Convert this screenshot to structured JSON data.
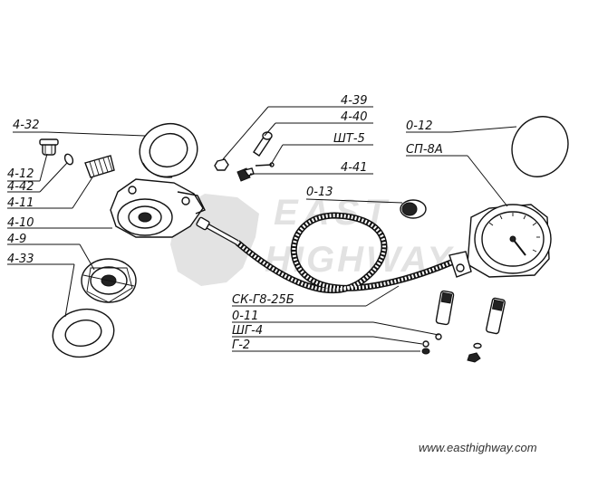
{
  "callouts": {
    "l_4_32": "4-32",
    "l_4_12": "4-12",
    "l_4_42": "4-42",
    "l_4_11": "4-11",
    "l_4_10": "4-10",
    "l_4_9": "4-9",
    "l_4_33": "4-33",
    "l_4_39": "4-39",
    "l_4_40": "4-40",
    "l_sht_5": "ШТ-5",
    "l_4_41": "4-41",
    "l_0_13": "0-13",
    "l_0_12": "0-12",
    "l_sp_8a": "СП-8А",
    "l_sk_g8_25b": "СК-Г8-25Б",
    "l_0_11": "0-11",
    "l_shg_4": "ШГ-4",
    "l_g_2": "Г-2"
  },
  "watermark": {
    "logo_text": "EAST HIGHWAY",
    "url": "www.easthighway.com"
  }
}
